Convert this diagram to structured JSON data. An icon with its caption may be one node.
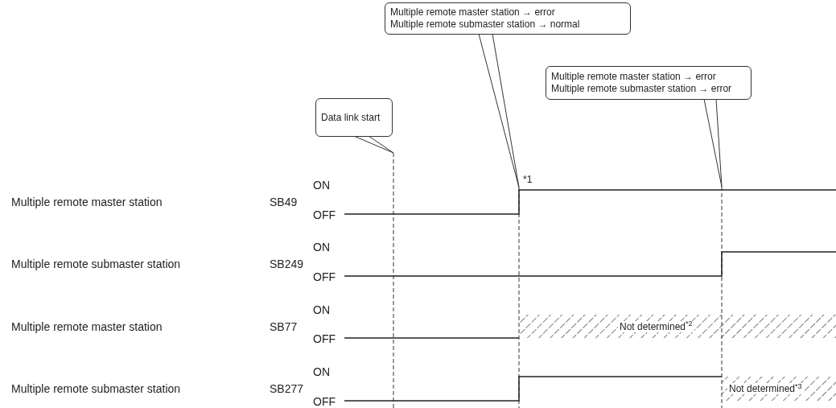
{
  "diagram": {
    "nodes": [
      {
        "text": [
          "Data link start"
        ]
      },
      {
        "text": [
          "Multiple remote master station → error",
          "Multiple remote submaster station → normal"
        ]
      },
      {
        "text": [
          "Multiple remote master station → error",
          "Multiple remote submaster station → error"
        ]
      }
    ],
    "edges": [],
    "labels": [
      "*1",
      "Multiple remote master station",
      "SB49",
      "ON",
      "OFF",
      "Multiple remote submaster station",
      "SB249",
      "ON",
      "OFF",
      "Multiple remote master station",
      "SB77",
      "ON",
      "OFF",
      "Not determined$^{*2}$",
      "Multiple remote submaster station",
      "SB277",
      "ON",
      "OFF",
      "Not determined$^{*3}$"
    ]
  }
}
